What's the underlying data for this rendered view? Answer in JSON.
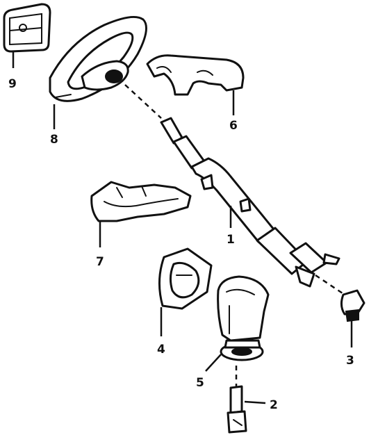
{
  "callouts": {
    "p1": "1",
    "p2": "2",
    "p3": "3",
    "p4": "4",
    "p5": "5",
    "p6": "6",
    "p7": "7",
    "p8": "8",
    "p9": "9"
  },
  "colors": {
    "ink": "#111111",
    "paper": "#ffffff"
  }
}
